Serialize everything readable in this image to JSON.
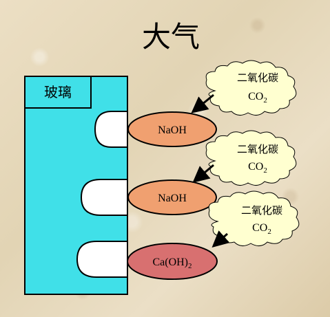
{
  "title": "大气",
  "glass_label": "玻璃",
  "clouds": [
    {
      "line1": "二氧化碳",
      "formula": "CO",
      "subscript": "2"
    },
    {
      "line1": "二氧化碳",
      "formula": "CO",
      "subscript": "2"
    },
    {
      "line1": "二氧化碳",
      "formula": "CO",
      "subscript": "2"
    }
  ],
  "reagents": [
    {
      "formula": "NaOH",
      "subscript": ""
    },
    {
      "formula": "NaOH",
      "subscript": ""
    },
    {
      "formula": "Ca(OH)",
      "subscript": "2"
    }
  ],
  "colors": {
    "glass": "#40e0e8",
    "naoh": "#f0a070",
    "caoh": "#d87070",
    "cloud": "#ffffd0",
    "arrow": "#000000"
  }
}
